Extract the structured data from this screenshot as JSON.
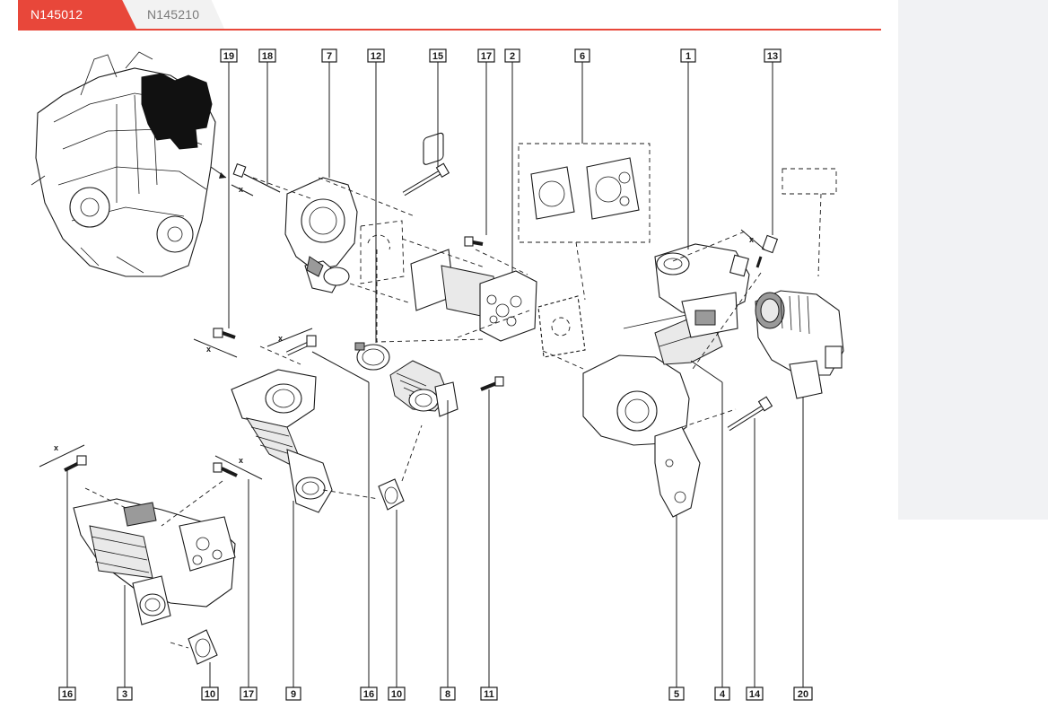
{
  "tabs": [
    {
      "label": "N145012",
      "active": true
    },
    {
      "label": "N145210",
      "active": false
    }
  ],
  "accent_color": "#e8473a",
  "diagram": {
    "top_labels": [
      "19",
      "18",
      "7",
      "12",
      "15",
      "17",
      "2",
      "6",
      "1",
      "13"
    ],
    "bottom_labels": [
      "16",
      "3",
      "10",
      "17",
      "9",
      "16",
      "10",
      "8",
      "11",
      "5",
      "4",
      "14",
      "20"
    ],
    "dimension_mark": "x"
  }
}
